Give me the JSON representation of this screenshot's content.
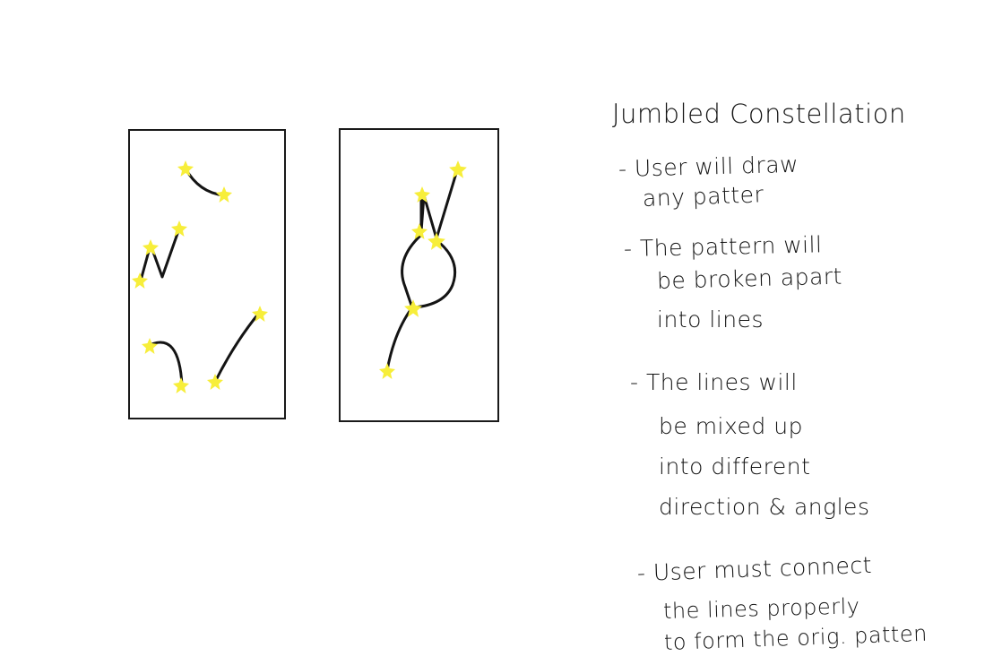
{
  "notes": {
    "title": "Jumbled Constellation",
    "point1": [
      "- User will draw",
      "any patter"
    ],
    "point2": [
      "- The pattern will",
      "be broken apart",
      "into lines"
    ],
    "point3": [
      "- The lines will",
      "be mixed up",
      "into different",
      "direction & angles"
    ],
    "point4": [
      "- User must connect",
      "the lines properly",
      "to form the orig. patten"
    ]
  },
  "colors": {
    "ink": "#141414",
    "star": "#f7ee3a",
    "background": "#ffffff"
  },
  "panels": {
    "left": "jumbled-line-segments",
    "right": "original-constellation-pattern"
  }
}
